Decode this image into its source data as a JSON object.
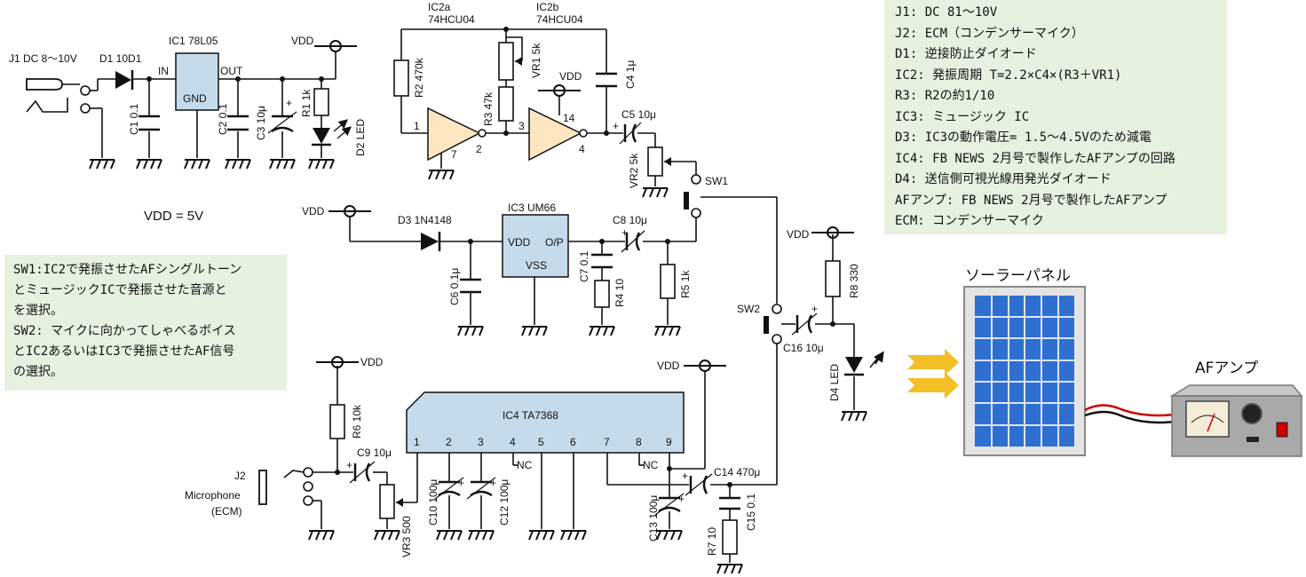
{
  "components": {
    "j1": "J1 DC 8～10V",
    "d1": "D1 10D1",
    "ic1": "IC1 78L05",
    "in": "IN",
    "out": "OUT",
    "gnd": "GND",
    "c1": "C1 0.1",
    "c2": "C2 0.1",
    "c3": "C3 10μ",
    "r1": "R1 1k",
    "d2": "D2 LED",
    "vdd": "VDD",
    "vdd_eq": "VDD = 5V",
    "ic2a": "IC2a",
    "ic2b": "IC2b",
    "ic2_part": "74HCU04",
    "r2": "R2 470k",
    "r3": "R3 47k",
    "vr1": "VR1 5k",
    "c4": "C4 1μ",
    "c5": "C5 10μ",
    "vr2": "VR2 5k",
    "sw1": "SW1",
    "sw2": "SW2",
    "p1": "1",
    "p2": "2",
    "p3": "3",
    "p4": "4",
    "p7": "7",
    "p14": "14",
    "d3": "D3 1N4148",
    "ic3": "IC3 UM66",
    "ic3_vdd": "VDD",
    "ic3_op": "O/P",
    "ic3_vss": "VSS",
    "c6": "C6 0.1μ",
    "c7": "C7 0.1",
    "r4": "R4 10",
    "c8": "C8 10μ",
    "r5": "R5 1k",
    "r8": "R8 330",
    "c16": "C16 10μ",
    "d4": "D4 LED",
    "r6": "R6 10k",
    "c9": "C9 10μ",
    "j2": "J2",
    "mic": "Microphone",
    "ecm": "(ECM)",
    "vr3": "VR3 500",
    "ic4": "IC4 TA7368",
    "ic4_pins": [
      "1",
      "2",
      "3",
      "4",
      "5",
      "6",
      "7",
      "8",
      "9"
    ],
    "nc": "NC",
    "c10": "C10 100μ",
    "c12": "C12 100μ",
    "c13": "C13 100μ",
    "c14": "C14 470μ",
    "c15": "C15 0.1",
    "r7": "R7 10",
    "plus": "+"
  },
  "notes_right": [
    "J1: DC 81～10V",
    "J2: ECM（コンデンサーマイク）",
    "D1: 逆接防止ダイオード",
    "IC2: 発振周期 T=2.2×C4×(R3＋VR1)",
    "R3: R2の約1/10",
    "IC3: ミュージック IC",
    "D3: IC3の動作電圧= 1.5～4.5Vのため減電",
    "IC4: FB NEWS 2月号で製作したAFアンプの回路",
    "D4: 送信側可視光線用発光ダイオード",
    "AFアンプ: FB NEWS 2月号で製作したAFアンプ",
    "ECM: コンデンサーマイク"
  ],
  "notes_left": [
    "SW1:IC2で発振させたAFシングルトーン",
    "とミュージックICで発振させた音源と",
    "を選択。",
    "SW2: マイクに向かってしゃべるボイス",
    "とIC2あるいはIC3で発振させたAF信号",
    "の選択。"
  ],
  "captions": {
    "solar_panel": "ソーラーパネル",
    "af_amp": "AFアンプ"
  },
  "colors": {
    "ic_fill": "#c5dbeb",
    "inverter_fill": "#fde6c0",
    "note_bg": "#e6f2df",
    "solar_cell": "#2f6fd0",
    "solar_frame": "#e8e8e8",
    "light_ray": "#f0b400"
  }
}
